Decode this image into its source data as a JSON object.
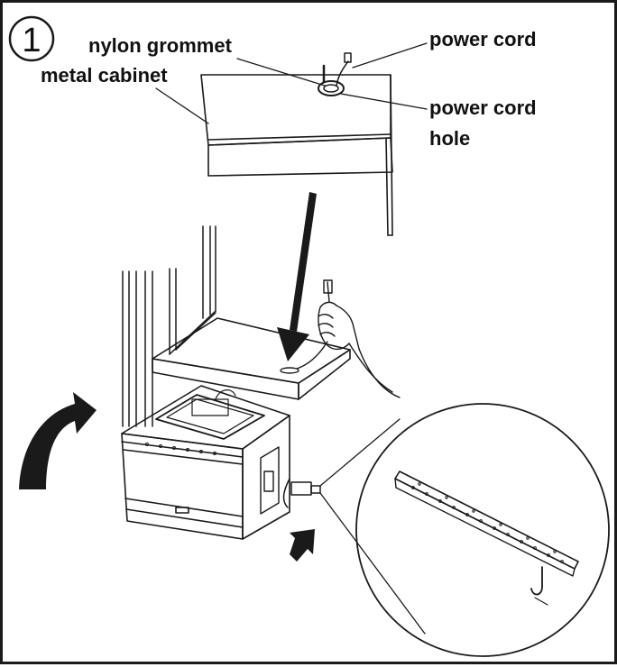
{
  "step_number": "1",
  "labels": {
    "nylon_grommet": "nylon grommet",
    "power_cord_top": "power cord",
    "metal_cabinet": "metal cabinet",
    "power_cord_hole_line1": "power cord",
    "power_cord_hole_line2": "hole"
  },
  "colors": {
    "ink": "#111111",
    "arrow_fill": "#1a1a1a",
    "background": "#ffffff"
  }
}
